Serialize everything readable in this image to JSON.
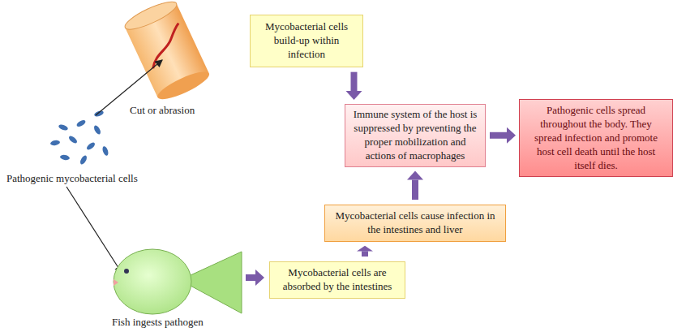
{
  "diagram": {
    "nodes": [
      {
        "text": [
          "Mycobacterial cells build-up within infection"
        ]
      },
      {
        "text": [
          "Immune system of the host is suppressed by preventing the proper mobilization and actions of macrophages"
        ]
      },
      {
        "text": [
          "Pathogenic cells spread throughout the body. They spread infection and promote host cell death until the host itself dies."
        ]
      },
      {
        "text": [
          "Mycobacterial cells cause infection in the intestines and liver"
        ]
      },
      {
        "text": [
          "Mycobacterial cells are absorbed by the intestines"
        ]
      }
    ],
    "edges": [
      {
        "from": 0,
        "to": 1,
        "arrow": "to"
      },
      {
        "from": 1,
        "to": 2,
        "arrow": "to"
      },
      {
        "from": 3,
        "to": 1,
        "arrow": "to"
      },
      {
        "from": 4,
        "to": 3,
        "arrow": "to"
      }
    ],
    "labels": [
      "Cut or abrasion",
      "Pathogenic mycobacterial cells",
      "Fish ingests pathogen"
    ]
  }
}
